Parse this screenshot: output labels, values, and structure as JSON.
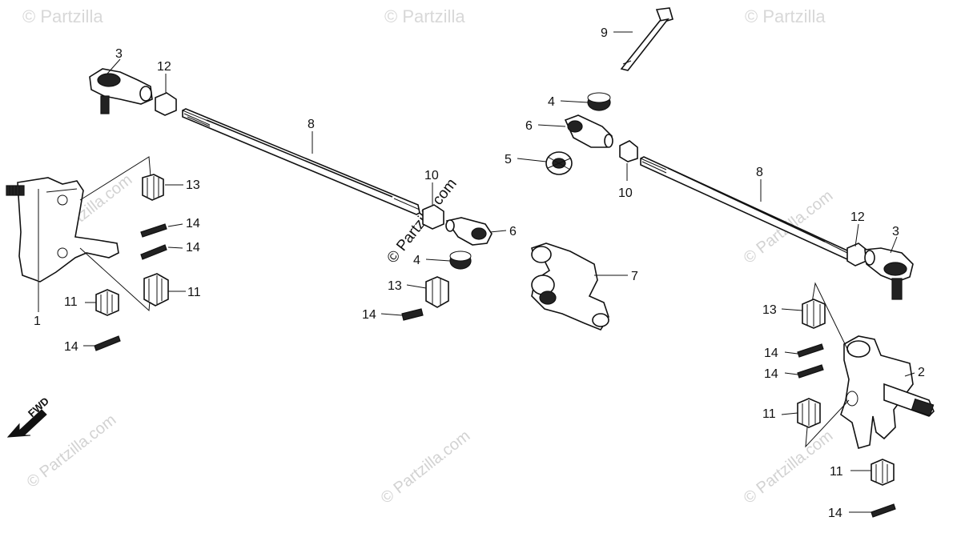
{
  "watermark": {
    "corner_text": "© Partzilla",
    "site_text": "© Partzilla.com"
  },
  "fwd_label": "FWD",
  "callouts": {
    "c1": "1",
    "c2": "2",
    "c3_left": "3",
    "c3_right": "3",
    "c4_upper": "4",
    "c4_lower": "4",
    "c5": "5",
    "c6_upper": "6",
    "c6_lower": "6",
    "c7": "7",
    "c8_left": "8",
    "c8_right": "8",
    "c9": "9",
    "c10_mid": "10",
    "c10_right": "10",
    "c11_la": "11",
    "c11_lb": "11",
    "c11_ra": "11",
    "c11_rb": "11",
    "c12_left": "12",
    "c12_right": "12",
    "c13_left": "13",
    "c13_mid": "13",
    "c13_right": "13",
    "c14_la": "14",
    "c14_lb": "14",
    "c14_lc": "14",
    "c14_mid": "14",
    "c14_ra": "14",
    "c14_rb": "14",
    "c14_rc": "14"
  }
}
